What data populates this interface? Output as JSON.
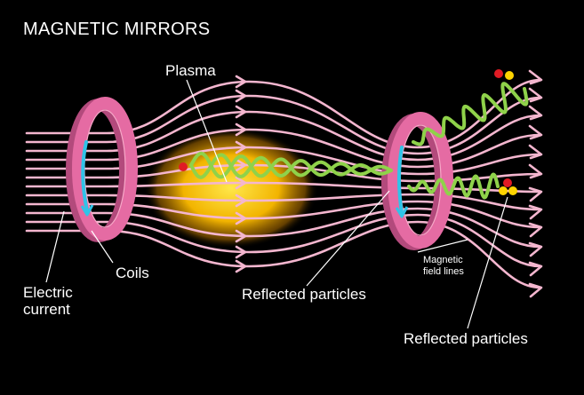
{
  "title": "MAGNETIC MIRRORS",
  "labels": {
    "plasma": "Plasma",
    "coils": "Coils",
    "electric_current": [
      "Electric",
      "current"
    ],
    "reflected_particles_center": "Reflected particles",
    "magnetic_field_lines": [
      "Magnetic",
      "field lines"
    ],
    "reflected_particles_right": "Reflected particles"
  },
  "colors": {
    "background": "#000000",
    "coil": "#e56ba3",
    "field_line": "#f4b6cf",
    "helix": "#8fd24a",
    "current": "#2fc4e8",
    "plasma_core": "#ffe033",
    "particle_red": "#e01b24",
    "particle_yellow": "#ffd400"
  }
}
